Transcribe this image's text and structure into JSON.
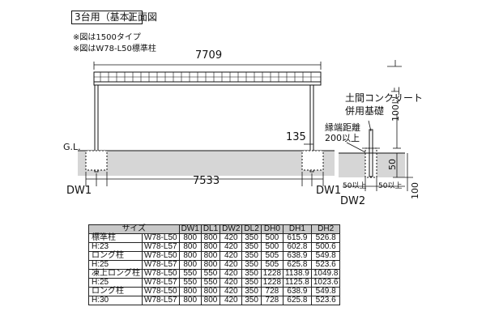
{
  "header": {
    "boxed_title": "3台用（基本）",
    "title": "正面図"
  },
  "notes": [
    "※図は1500タイプ",
    "※図はW78-L50標準柱"
  ],
  "drawing": {
    "top_width": "7709",
    "post_offset": "135",
    "gl": "G.L.",
    "bottom_width": "7533",
    "dw1_left": "DW1",
    "dw1_right": "DW1",
    "dw2": "DW2",
    "foundation_title_1": "土間コンクリート",
    "foundation_title_2": "併用基礎",
    "edge_distance_1": "縁端距離",
    "edge_distance_2": "200以上",
    "depth_100": "100以上",
    "dim_50_v": "50",
    "dim_50_left": "50以上",
    "dim_50_right": "50以上",
    "dim_100_right": "100"
  },
  "table": {
    "headers": [
      "サイズ",
      "DW1",
      "DL1",
      "DW2",
      "DL2",
      "DH0",
      "DH1",
      "DH2"
    ],
    "groups": [
      {
        "label1": "標準柱",
        "label2": "H:23",
        "rows": [
          [
            "W78-L50",
            "800",
            "800",
            "420",
            "350",
            "500",
            "615.9",
            "526.8"
          ],
          [
            "W78-L57",
            "800",
            "800",
            "420",
            "350",
            "500",
            "602.8",
            "500.6"
          ]
        ]
      },
      {
        "label1": "ロング柱",
        "label2": "H:25",
        "rows": [
          [
            "W78-L50",
            "800",
            "800",
            "420",
            "350",
            "505",
            "638.9",
            "549.8"
          ],
          [
            "W78-L57",
            "800",
            "800",
            "420",
            "350",
            "505",
            "625.8",
            "523.6"
          ]
        ]
      },
      {
        "label1": "凍上ロング柱",
        "label2": "H:25",
        "rows": [
          [
            "W78-L50",
            "550",
            "550",
            "420",
            "350",
            "1228",
            "1138.9",
            "1049.8"
          ],
          [
            "W78-L57",
            "550",
            "550",
            "420",
            "350",
            "1228",
            "1125.8",
            "1023.6"
          ]
        ]
      },
      {
        "label1": "ロング柱",
        "label2": "H:30",
        "rows": [
          [
            "W78-L50",
            "800",
            "800",
            "420",
            "350",
            "728",
            "638.9",
            "549.8"
          ],
          [
            "W78-L57",
            "800",
            "800",
            "420",
            "350",
            "728",
            "625.8",
            "523.6"
          ]
        ]
      }
    ]
  }
}
